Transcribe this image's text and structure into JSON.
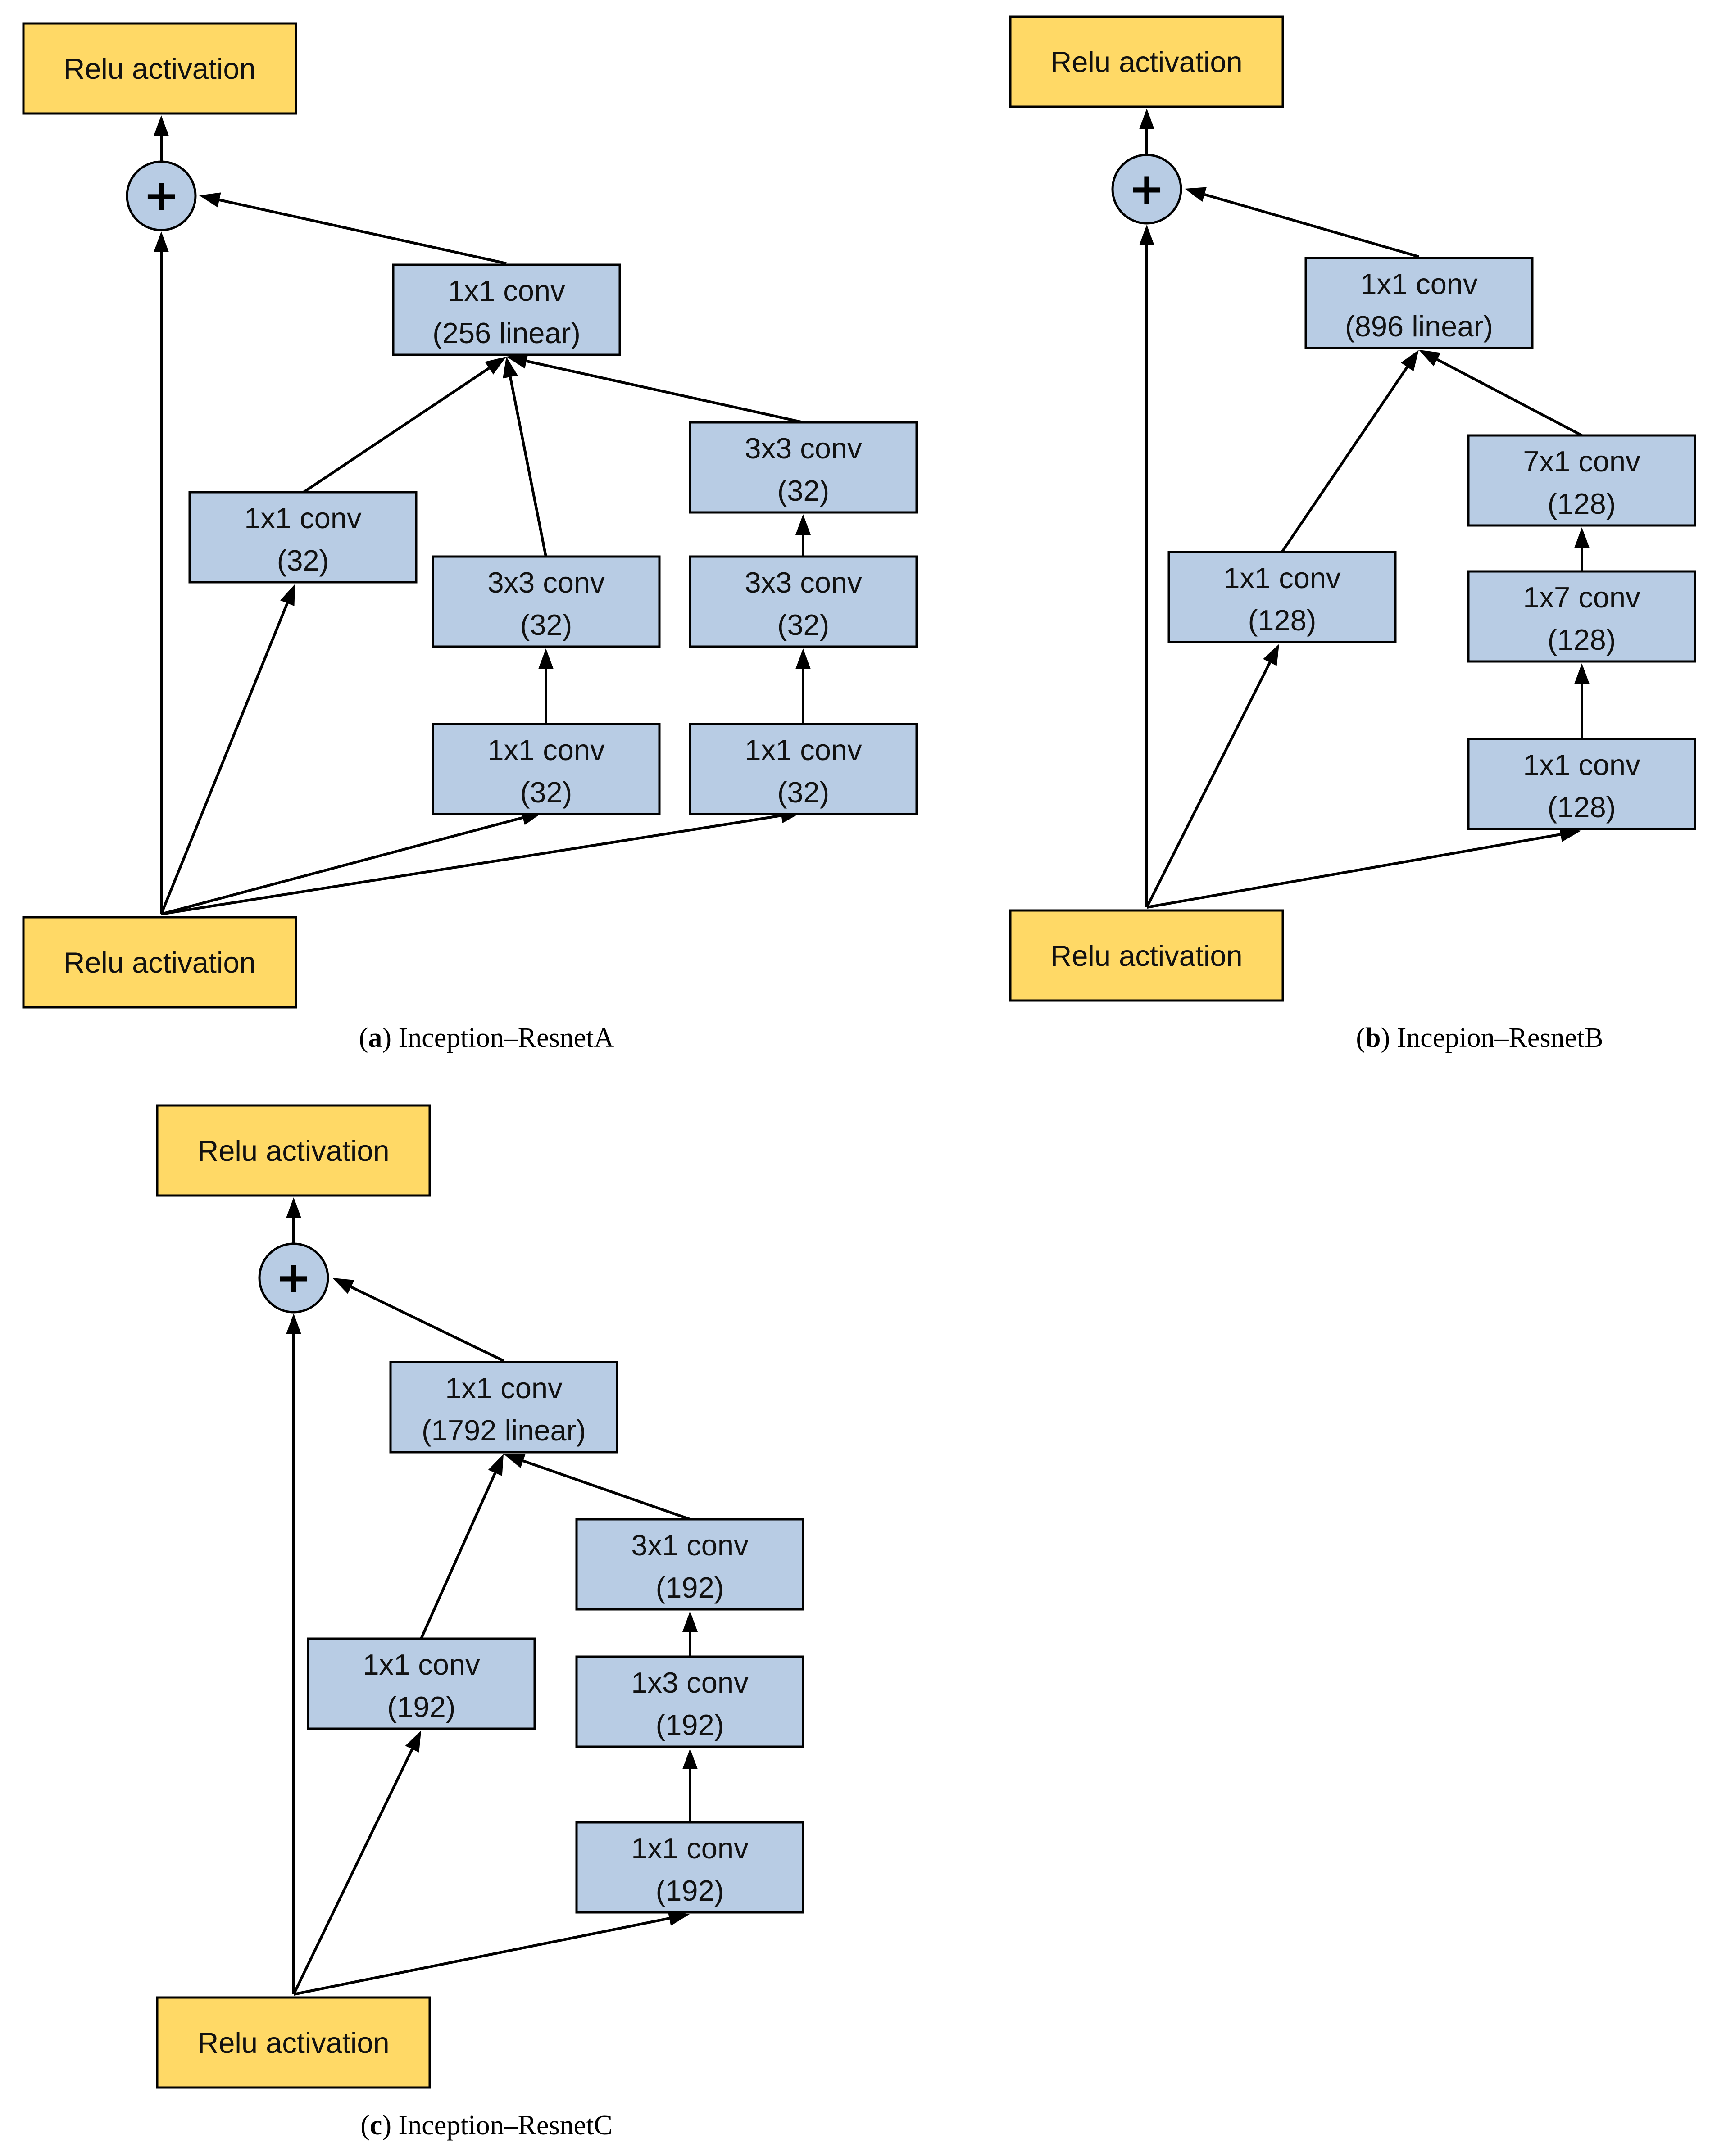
{
  "diagrams": [
    {
      "id": "a",
      "caption": {
        "letter": "a",
        "title": "Inception–ResnetA"
      },
      "top_activation": "Relu activation",
      "bottom_activation": "Relu activation",
      "sum_symbol": "+",
      "merge_conv": {
        "line1": "1x1 conv",
        "line2": "(256  linear)"
      },
      "branches": [
        [
          {
            "line1": "1x1 conv",
            "line2": "(32)"
          }
        ],
        [
          {
            "line1": "1x1 conv",
            "line2": "(32)"
          },
          {
            "line1": "3x3 conv",
            "line2": "(32)"
          }
        ],
        [
          {
            "line1": "1x1 conv",
            "line2": "(32)"
          },
          {
            "line1": "3x3 conv",
            "line2": "(32)"
          },
          {
            "line1": "3x3 conv",
            "line2": "(32)"
          }
        ]
      ]
    },
    {
      "id": "b",
      "caption": {
        "letter": "b",
        "title": "Incepion–ResnetB"
      },
      "top_activation": "Relu activation",
      "bottom_activation": "Relu activation",
      "sum_symbol": "+",
      "merge_conv": {
        "line1": "1x1 conv",
        "line2": "(896  linear)"
      },
      "branches": [
        [
          {
            "line1": "1x1 conv",
            "line2": "(128)"
          }
        ],
        [
          {
            "line1": "1x1 conv",
            "line2": "(128)"
          },
          {
            "line1": "1x7 conv",
            "line2": "(128)"
          },
          {
            "line1": "7x1 conv",
            "line2": "(128)"
          }
        ]
      ]
    },
    {
      "id": "c",
      "caption": {
        "letter": "c",
        "title": "Inception–ResnetC"
      },
      "top_activation": "Relu activation",
      "bottom_activation": "Relu activation",
      "sum_symbol": "+",
      "merge_conv": {
        "line1": "1x1 conv",
        "line2": "(1792  linear)"
      },
      "branches": [
        [
          {
            "line1": "1x1 conv",
            "line2": "(192)"
          }
        ],
        [
          {
            "line1": "1x1 conv",
            "line2": "(192)"
          },
          {
            "line1": "1x3 conv",
            "line2": "(192)"
          },
          {
            "line1": "3x1 conv",
            "line2": "(192)"
          }
        ]
      ]
    }
  ],
  "colors": {
    "activation_fill": "#FFD966",
    "conv_fill": "#B8CCE4",
    "sum_fill": "#B8CCE4",
    "stroke": "#000000"
  }
}
